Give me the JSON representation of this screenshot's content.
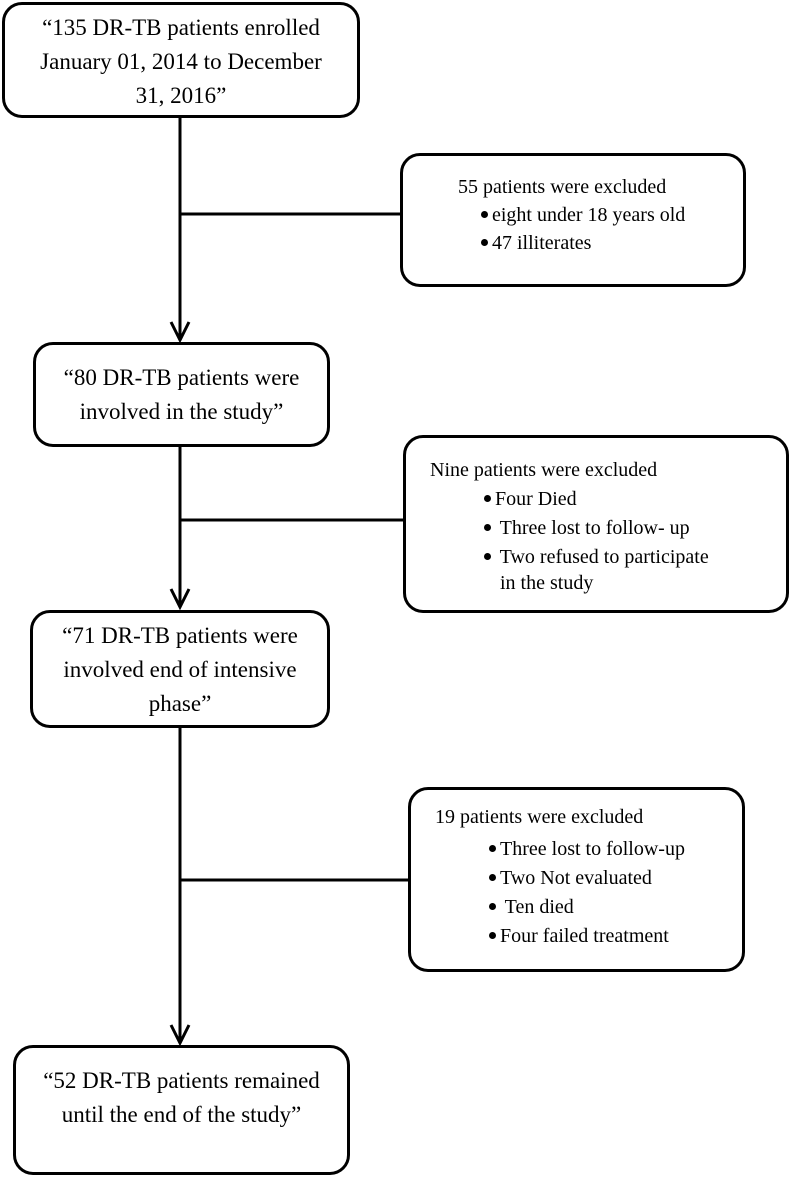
{
  "steps": [
    {
      "lines": [
        "“135 DR-TB patients enrolled",
        "January 01, 2014 to December",
        "31, 2016”"
      ]
    },
    {
      "lines": [
        "“80 DR-TB patients were",
        "involved in the study”"
      ]
    },
    {
      "lines": [
        "“71 DR-TB patients were",
        "involved end of intensive",
        "phase”"
      ]
    },
    {
      "lines": [
        "“52 DR-TB patients remained",
        "until the end of the study”"
      ]
    }
  ],
  "exclusions": [
    {
      "heading": "55  patients were excluded",
      "items": [
        "eight under 18 years old",
        "47 illiterates"
      ]
    },
    {
      "heading": "Nine patients were excluded",
      "items": [
        "Four Died",
        " Three lost to follow- up",
        " Two refused to participate"
      ],
      "continuation": "in the study"
    },
    {
      "heading": "19 patients were excluded",
      "items": [
        "Three lost to follow-up",
        "Two Not evaluated",
        " Ten died",
        "Four failed treatment"
      ]
    }
  ],
  "colors": {
    "stroke": "#000000",
    "background": "#ffffff"
  }
}
